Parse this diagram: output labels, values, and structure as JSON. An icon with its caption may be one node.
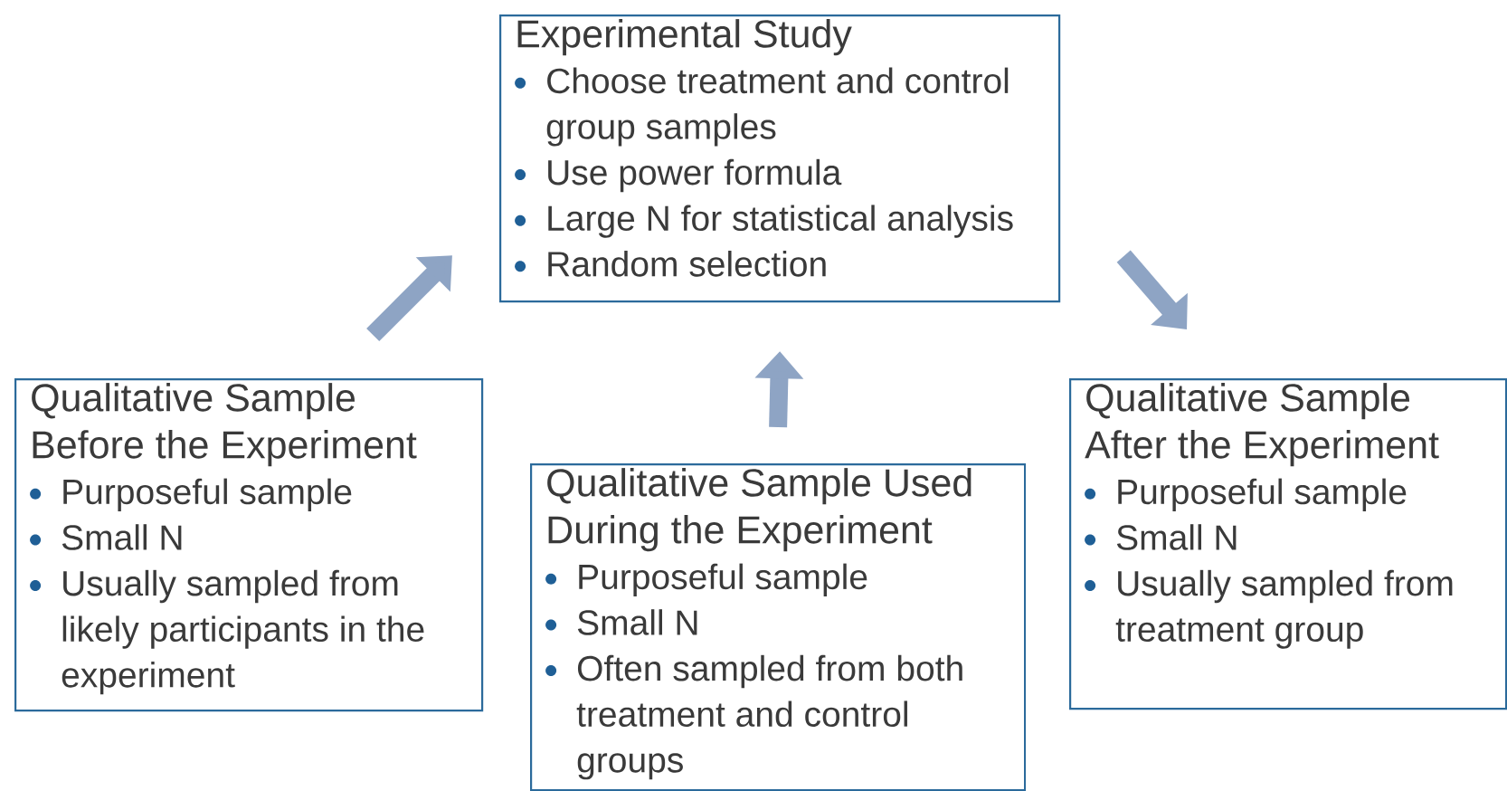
{
  "diagram": {
    "nodes": [
      {
        "text": [
          "Experimental Study",
          "Choose treatment and control group samples",
          "Use power formula",
          "Large N for statistical analysis",
          "Random selection"
        ]
      },
      {
        "text": [
          "Qualitative Sample Before the Experiment",
          "Purposeful sample",
          "Small N",
          "Usually sampled from likely participants in the experiment"
        ]
      },
      {
        "text": [
          "Qualitative Sample Used During the Experiment",
          "Purposeful sample",
          "Small N",
          "Often sampled from both treatment and control groups"
        ]
      },
      {
        "text": [
          "Qualitative Sample After the Experiment",
          "Purposeful sample",
          "Small N",
          "Usually sampled from treatment group"
        ]
      }
    ],
    "edges": [
      {
        "from": 1,
        "to": 0,
        "arrow": "to"
      },
      {
        "from": 2,
        "to": 0,
        "arrow": "to"
      },
      {
        "from": 0,
        "to": 3,
        "arrow": "to"
      }
    ]
  }
}
